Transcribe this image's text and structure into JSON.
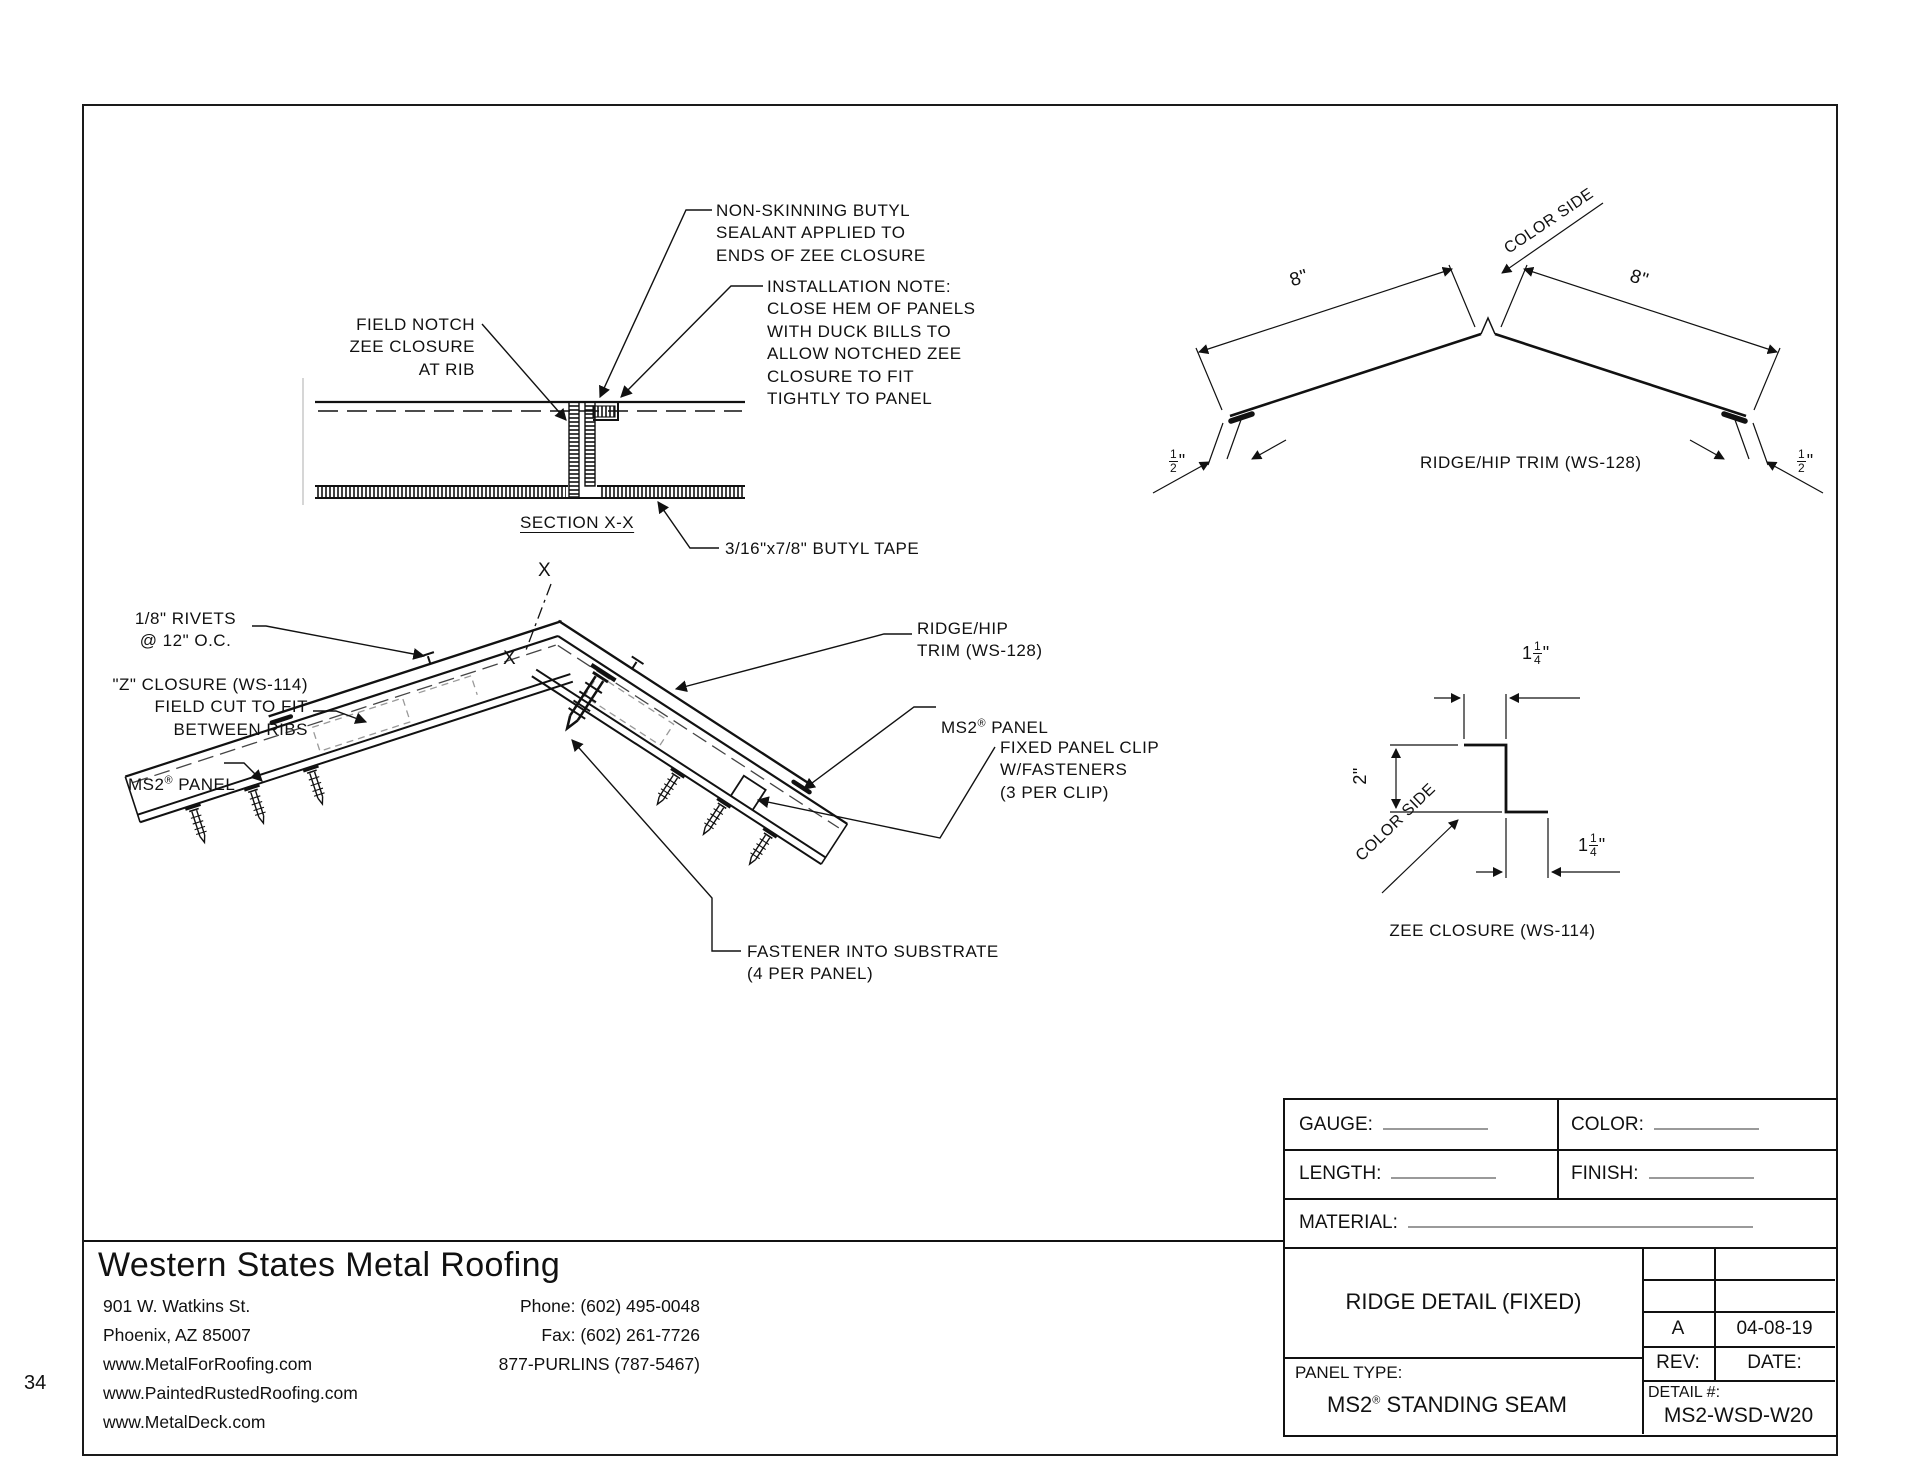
{
  "page": {
    "number": "34"
  },
  "drawings": {
    "section_detail": {
      "callout_sealant": "NON-SKINNING BUTYL\nSEALANT APPLIED TO\nENDS OF ZEE CLOSURE",
      "callout_installation": "INSTALLATION NOTE:\nCLOSE HEM OF PANELS\nWITH DUCK BILLS TO\nALLOW NOTCHED ZEE\nCLOSURE TO FIT\nTIGHTLY TO PANEL",
      "callout_field_notch": "FIELD NOTCH\nZEE CLOSURE\nAT RIB",
      "title": "SECTION X-X",
      "callout_butyl_tape": "3/16\"x7/8\" BUTYL TAPE"
    },
    "trim_profile": {
      "dim_left_leg": "8\"",
      "dim_right_leg": "8\"",
      "color_side": "COLOR SIDE",
      "hem_dim": {
        "num": "1",
        "den": "2",
        "unit": "\""
      },
      "label": "RIDGE/HIP TRIM (WS-128)"
    },
    "assembly": {
      "callout_rivets": "1/8\" RIVETS\n@ 12\" O.C.",
      "callout_z_closure": "\"Z\" CLOSURE (WS-114)\nFIELD CUT TO FIT\nBETWEEN RIBS",
      "panel_label": {
        "base": "MS2",
        "sup": "®",
        "rest": " PANEL"
      },
      "callout_trim": "RIDGE/HIP\nTRIM (WS-128)",
      "callout_clip": "FIXED PANEL CLIP\nW/FASTENERS\n(3 PER CLIP)",
      "callout_fastener": "FASTENER INTO SUBSTRATE\n(4 PER PANEL)",
      "cut_mark": "X"
    },
    "zee_profile": {
      "dim_top": {
        "whole": "1",
        "num": "1",
        "den": "4",
        "unit": "\""
      },
      "dim_web": "2\"",
      "dim_bottom": {
        "whole": "1",
        "num": "1",
        "den": "4",
        "unit": "\""
      },
      "color_side": "COLOR SIDE",
      "label": "ZEE CLOSURE (WS-114)"
    }
  },
  "title_block": {
    "gauge_label": "GAUGE:",
    "color_label": "COLOR:",
    "length_label": "LENGTH:",
    "finish_label": "FINISH:",
    "material_label": "MATERIAL:",
    "drawing_title": "RIDGE DETAIL (FIXED)",
    "rev_value": "A",
    "date_value": "04-08-19",
    "rev_label": "REV:",
    "date_label": "DATE:",
    "panel_type_label": "PANEL TYPE:",
    "panel_type": {
      "base": "MS2",
      "sup": "®",
      "rest": "  STANDING SEAM"
    },
    "detail_label": "DETAIL #:",
    "detail_value": "MS2-WSD-W20"
  },
  "company": {
    "name": "Western States Metal Roofing",
    "address_line1": "901 W. Watkins St.",
    "address_line2": "Phoenix, AZ 85007",
    "website1": "www.MetalForRoofing.com",
    "website2": "www.PaintedRustedRoofing.com",
    "website3": "www.MetalDeck.com",
    "phone": "Phone: (602) 495-0048",
    "fax": "Fax: (602) 261-7726",
    "purlins": "877-PURLINS (787-5467)"
  }
}
